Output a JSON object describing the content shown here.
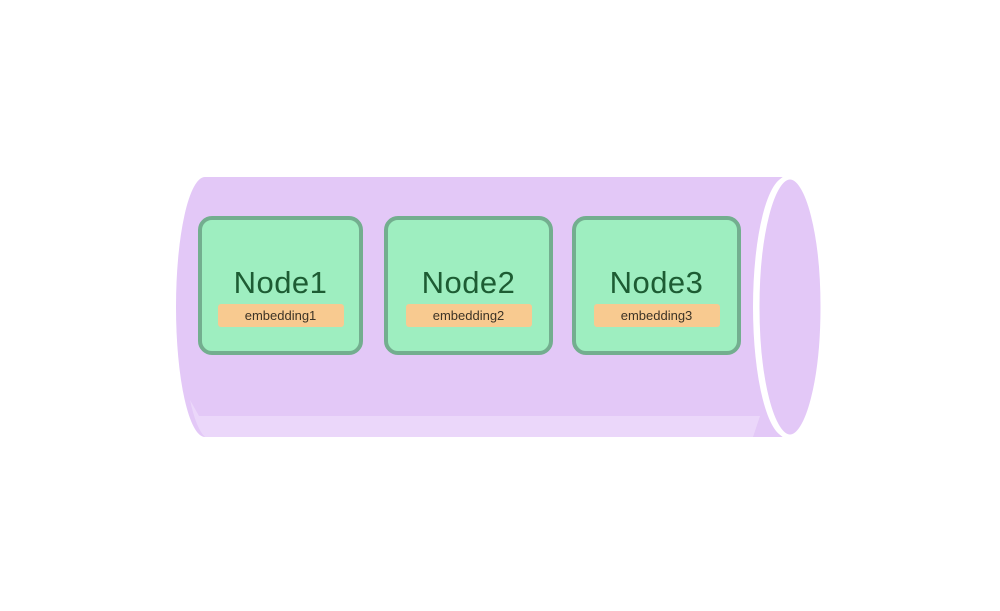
{
  "diagram": {
    "title": "vector-store-cylinder",
    "nodes": [
      {
        "label": "Node1",
        "embedding": "embedding1"
      },
      {
        "label": "Node2",
        "embedding": "embedding2"
      },
      {
        "label": "Node3",
        "embedding": "embedding3"
      }
    ],
    "colors": {
      "cylinder_fill": "#e3c8f7",
      "cylinder_bottom_highlight": "#eedcfb",
      "cap_rim_gap": "#ffffff",
      "node_fill": "#9eeec0",
      "node_border": "#73ae8f",
      "node_text": "#1d5c33",
      "embedding_fill": "#f8ca90",
      "embedding_text": "#3c3326"
    }
  }
}
